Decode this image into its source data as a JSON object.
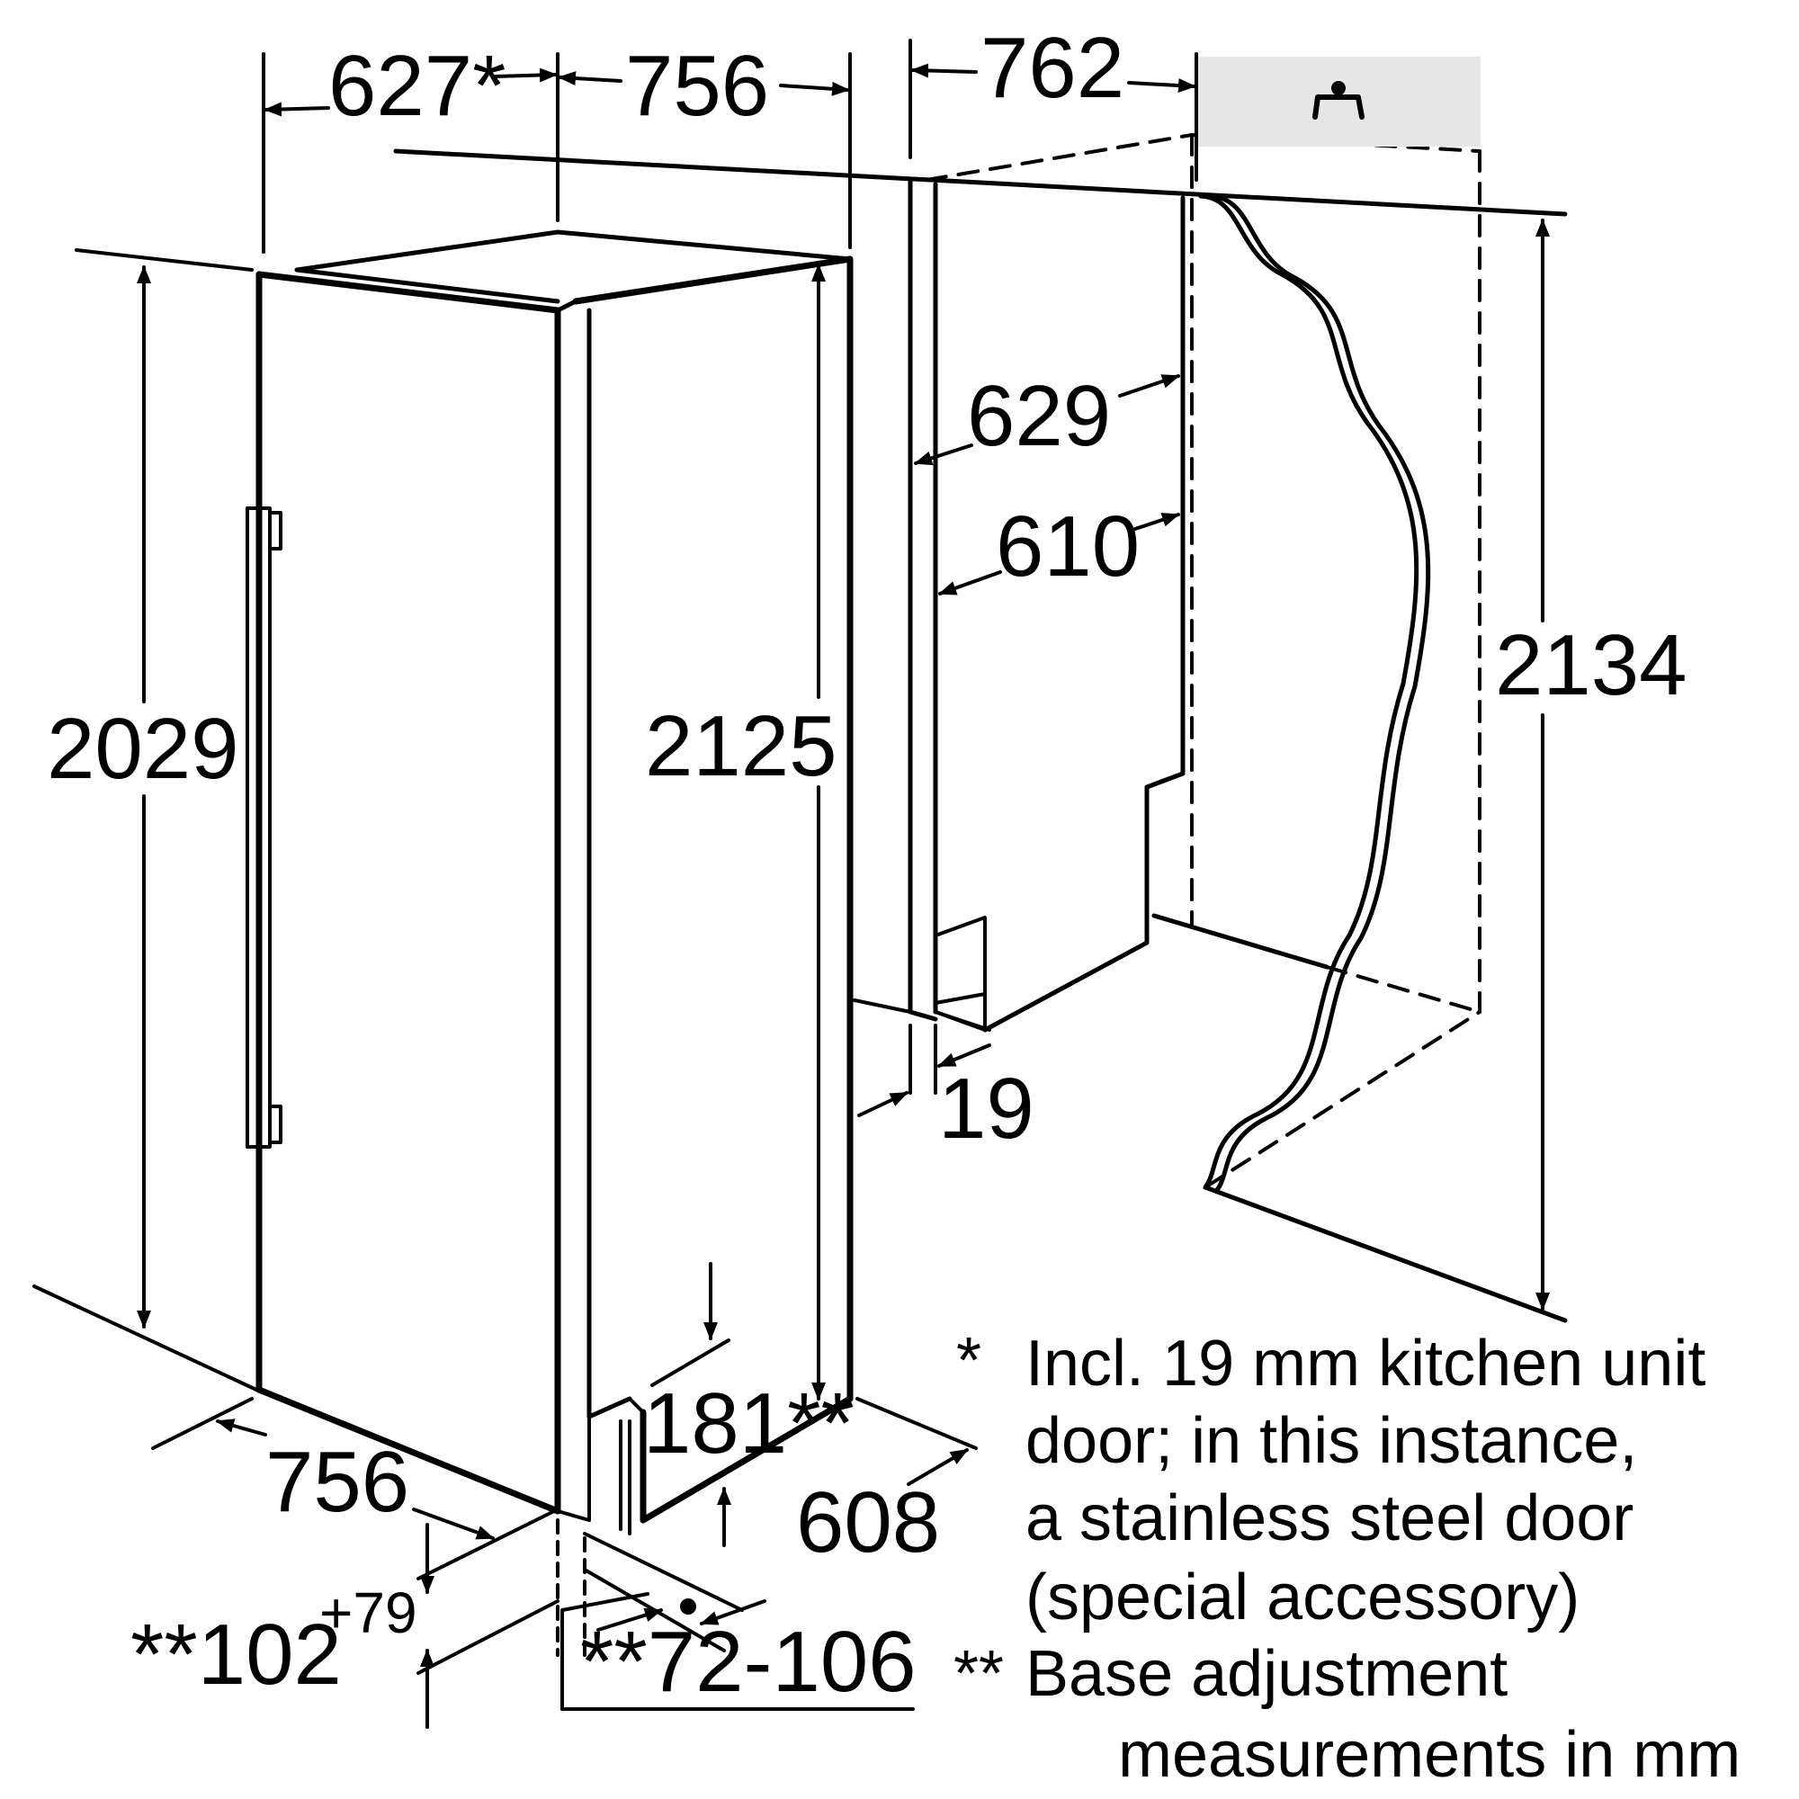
{
  "dimensions": {
    "width_top_left": "627*",
    "width_top_mid": "756",
    "niche_width": "762",
    "height_left": "2029",
    "height_right": "2125",
    "niche_height": "2134",
    "niche_depth_outer": "629",
    "niche_depth_inner": "610",
    "panel_thickness": "19",
    "bottom_width": "756",
    "bottom_depth": "608",
    "plinth_height_text": "181**",
    "base_main": "**102",
    "base_sup": "+79",
    "base_range": "**72-106"
  },
  "notes": {
    "n1_marker": "*",
    "n1_line1": "Incl. 19 mm kitchen unit",
    "n1_line2": "door; in this instance,",
    "n1_line3": "a stainless steel door",
    "n1_line4": "(special accessory)",
    "n2_marker": "**",
    "n2_line1": "Base adjustment",
    "units": "measurements in mm"
  },
  "icons": {
    "ventilation": "ventilation-icon"
  },
  "colors": {
    "line": "#000000",
    "vent_box": "#e6e6e6"
  }
}
